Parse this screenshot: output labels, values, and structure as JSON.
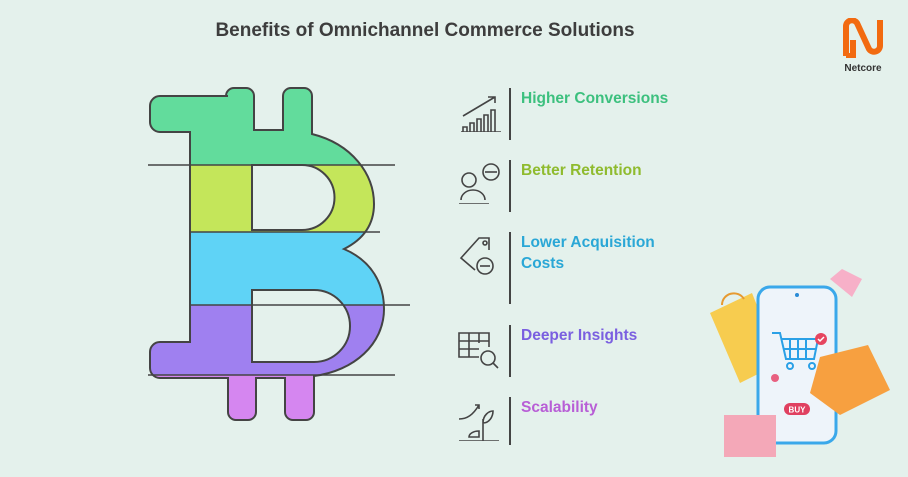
{
  "title": "Benefits of Omnichannel Commerce Solutions",
  "logo": {
    "text": "Netcore",
    "color": "#f26a10"
  },
  "items": [
    {
      "label": "Higher Conversions",
      "icon": "growth-chart-icon",
      "color": "#3cc07e"
    },
    {
      "label": "Better Retention",
      "icon": "customer-retention-icon",
      "color": "#8fbb2e"
    },
    {
      "label": "Lower Acquisition Costs",
      "icon": "price-tag-minus-icon",
      "color": "#2aa7d6"
    },
    {
      "label": "Deeper Insights",
      "icon": "table-search-icon",
      "color": "#7a5fe0"
    },
    {
      "label": "Scalability",
      "icon": "growing-plant-icon",
      "color": "#b85ed6"
    }
  ],
  "phone": {
    "button": "BUY"
  }
}
